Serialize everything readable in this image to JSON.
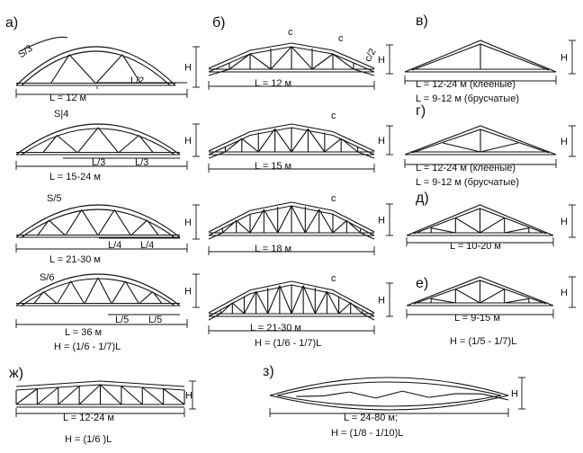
{
  "panels": {
    "a": {
      "label": "а)",
      "rows": [
        {
          "seg": "S/3",
          "parts": [
            "L/2"
          ],
          "span": "L = 12 м"
        },
        {
          "seg": "S|4",
          "parts": [
            "L/3",
            "L/3"
          ],
          "span": "L = 15-24 м"
        },
        {
          "seg": "S/5",
          "parts": [
            "L/4",
            "L/4"
          ],
          "span": "L = 21-30 м"
        },
        {
          "seg": "S/6",
          "parts": [
            "L/5",
            "L/5"
          ],
          "span": "L = 36 м"
        }
      ],
      "formula": "H = (1/6 - 1/7)L"
    },
    "b": {
      "label": "б)",
      "c": "c",
      "c2": "c/2",
      "spans": [
        "L = 12 м",
        "L = 15 м",
        "L = 18 м",
        "L = 21-30 м"
      ],
      "formula": "H = (1/6 - 1/7)L"
    },
    "v": {
      "label": "в)",
      "span1": "L = 12-24 м (клееные)",
      "span2": "L = 9-12 м (брусчатые)"
    },
    "g": {
      "label": "г)",
      "span1": "L = 12-24 м (клееные)",
      "span2": "L = 9-12 м (брусчатые)"
    },
    "d": {
      "label": "д)",
      "span": "L = 10-20 м"
    },
    "e": {
      "label": "е)",
      "span": "L = 9-15 м",
      "formula": "H = (1/5 - 1/7)L"
    },
    "zh": {
      "label": "ж)",
      "span": "L = 12-24 м",
      "formula": "H = (1/6 )L"
    },
    "z": {
      "label": "з)",
      "span": "L = 24-80 м;",
      "formula": "H = (1/8 - 1/10)L"
    },
    "height_symbol": "H"
  }
}
